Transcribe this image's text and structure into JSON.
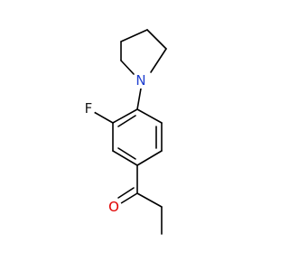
{
  "molecule": {
    "atoms": [
      {
        "id": "N",
        "symbol": "N",
        "color": "#1f3fd0"
      },
      {
        "id": "F",
        "symbol": "F",
        "color": "#1a1a1a"
      },
      {
        "id": "O",
        "symbol": "O",
        "color": "#e00000"
      }
    ]
  }
}
